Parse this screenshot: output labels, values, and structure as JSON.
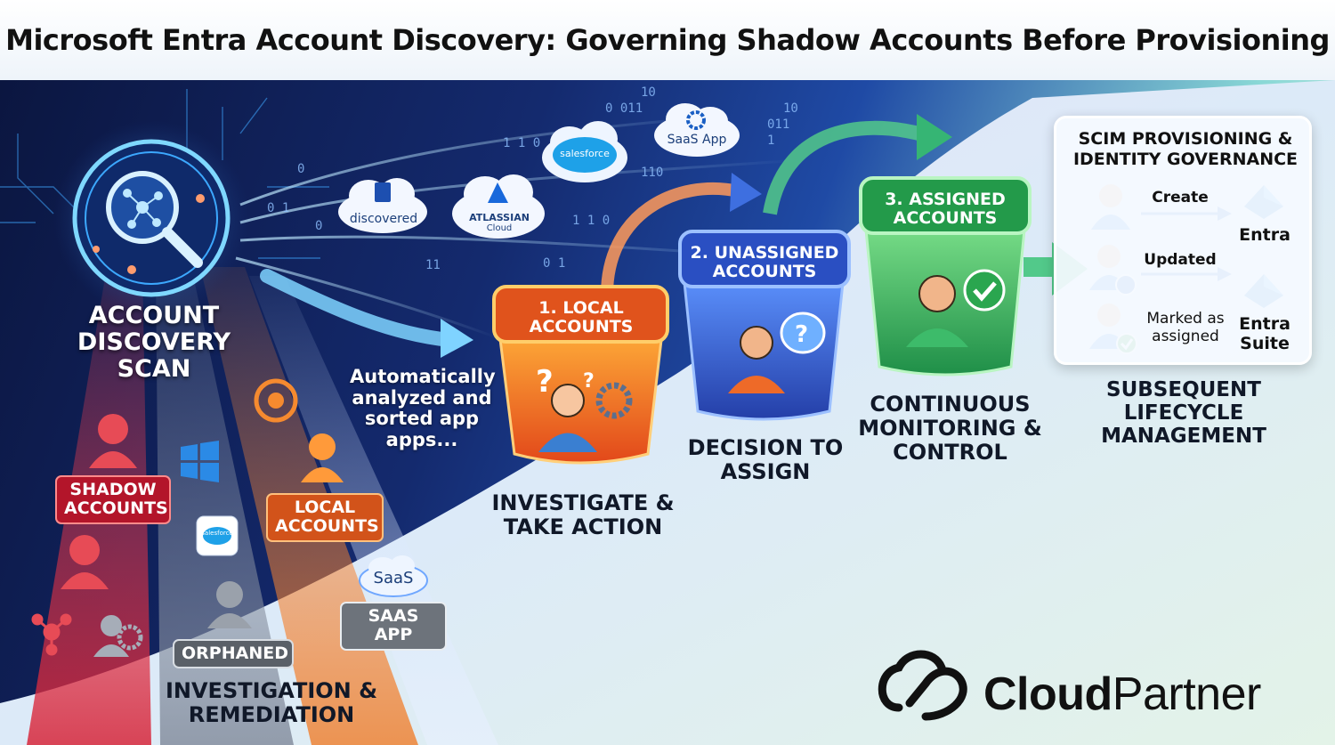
{
  "title": "Microsoft Entra Account Discovery: Governing Shadow Accounts Before Provisioning",
  "scan": {
    "label": "ACCOUNT DISCOVERY SCAN"
  },
  "clouds": [
    {
      "icon": "salesforce-logo",
      "text": "salesforce"
    },
    {
      "icon": "gear-icon",
      "text": "SaaS App"
    },
    {
      "icon": "document-icon",
      "text": "discovered"
    },
    {
      "icon": "atlassian-logo",
      "text": "ATLASSIAN",
      "subtext": "Cloud"
    }
  ],
  "binary_text": [
    "10",
    "0 011",
    "1 1 0",
    "0",
    "0 1",
    "110",
    "1 1 0",
    "0",
    "11",
    "0 1",
    "10",
    "011",
    "1"
  ],
  "lanes": {
    "shadow_label": "SHADOW ACCOUNTS",
    "local_label": "LOCAL ACCOUNTS",
    "orphaned_label": "ORPHANED",
    "saas_label": "SAAS APP",
    "saas_cloud_text": "SaaS",
    "mini_app_text": "salesforce"
  },
  "auto_text": "Automatically analyzed and sorted app apps...",
  "buckets": [
    {
      "title": "1. LOCAL ACCOUNTS",
      "caption": "INVESTIGATE & TAKE ACTION",
      "color": "#e8601c"
    },
    {
      "title": "2. UNASSIGNED ACCOUNTS",
      "caption": "DECISION TO ASSIGN",
      "color": "#2f58c8"
    },
    {
      "title": "3. ASSIGNED ACCOUNTS",
      "caption": "CONTINUOUS MONITORING & CONTROL",
      "color": "#2ea856"
    }
  ],
  "bottom_left_caption": "INVESTIGATION & REMEDIATION",
  "panel": {
    "title": "SCIM PROVISIONING & IDENTITY GOVERNANCE",
    "rows": [
      {
        "action": "Create"
      },
      {
        "action": "Updated"
      },
      {
        "action": "Marked as assigned"
      }
    ],
    "targets": [
      "Entra",
      "Entra Suite"
    ]
  },
  "lifecycle_caption": "SUBSEQUENT LIFECYCLE MANAGEMENT",
  "brand": {
    "bold": "Cloud",
    "regular": "Partner"
  },
  "colors": {
    "shadow_red": "#b3152a",
    "local_orange": "#d2531a",
    "unassigned_blue": "#2f58c8",
    "assigned_green": "#2ea856",
    "entra_blue": "#1c7fd6"
  }
}
